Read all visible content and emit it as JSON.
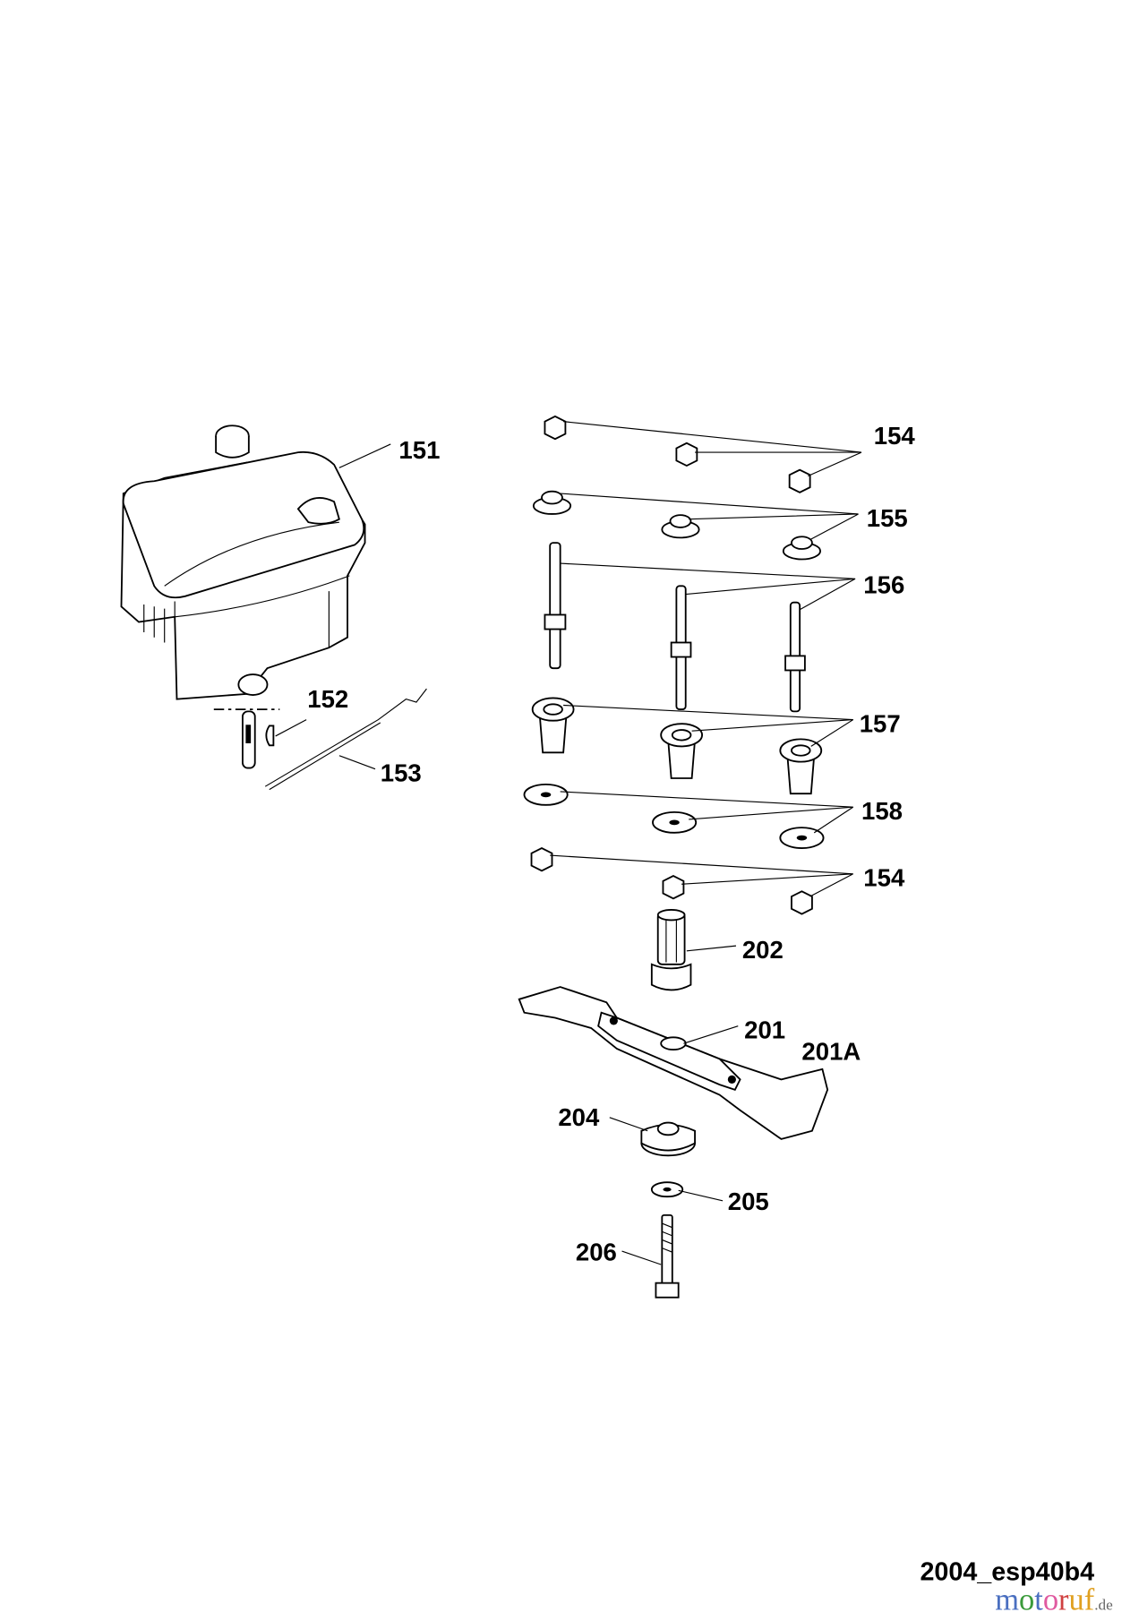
{
  "diagram": {
    "drawing_code": "2004_esp40b4",
    "watermark": {
      "text": "motoruf",
      "suffix": ".de",
      "colors": [
        "#4a6fc0",
        "#3a9a3a",
        "#e05aa0",
        "#e0a020",
        "#d04040"
      ]
    },
    "parts": [
      {
        "id": "151",
        "label": "151"
      },
      {
        "id": "152",
        "label": "152"
      },
      {
        "id": "153",
        "label": "153"
      },
      {
        "id": "154",
        "label": "154"
      },
      {
        "id": "155",
        "label": "155"
      },
      {
        "id": "156",
        "label": "156"
      },
      {
        "id": "157",
        "label": "157"
      },
      {
        "id": "158",
        "label": "158"
      },
      {
        "id": "154b",
        "label": "154"
      },
      {
        "id": "202",
        "label": "202"
      },
      {
        "id": "201",
        "label": "201"
      },
      {
        "id": "201A",
        "label": "201A"
      },
      {
        "id": "204",
        "label": "204"
      },
      {
        "id": "205",
        "label": "205"
      },
      {
        "id": "206",
        "label": "206"
      }
    ]
  }
}
